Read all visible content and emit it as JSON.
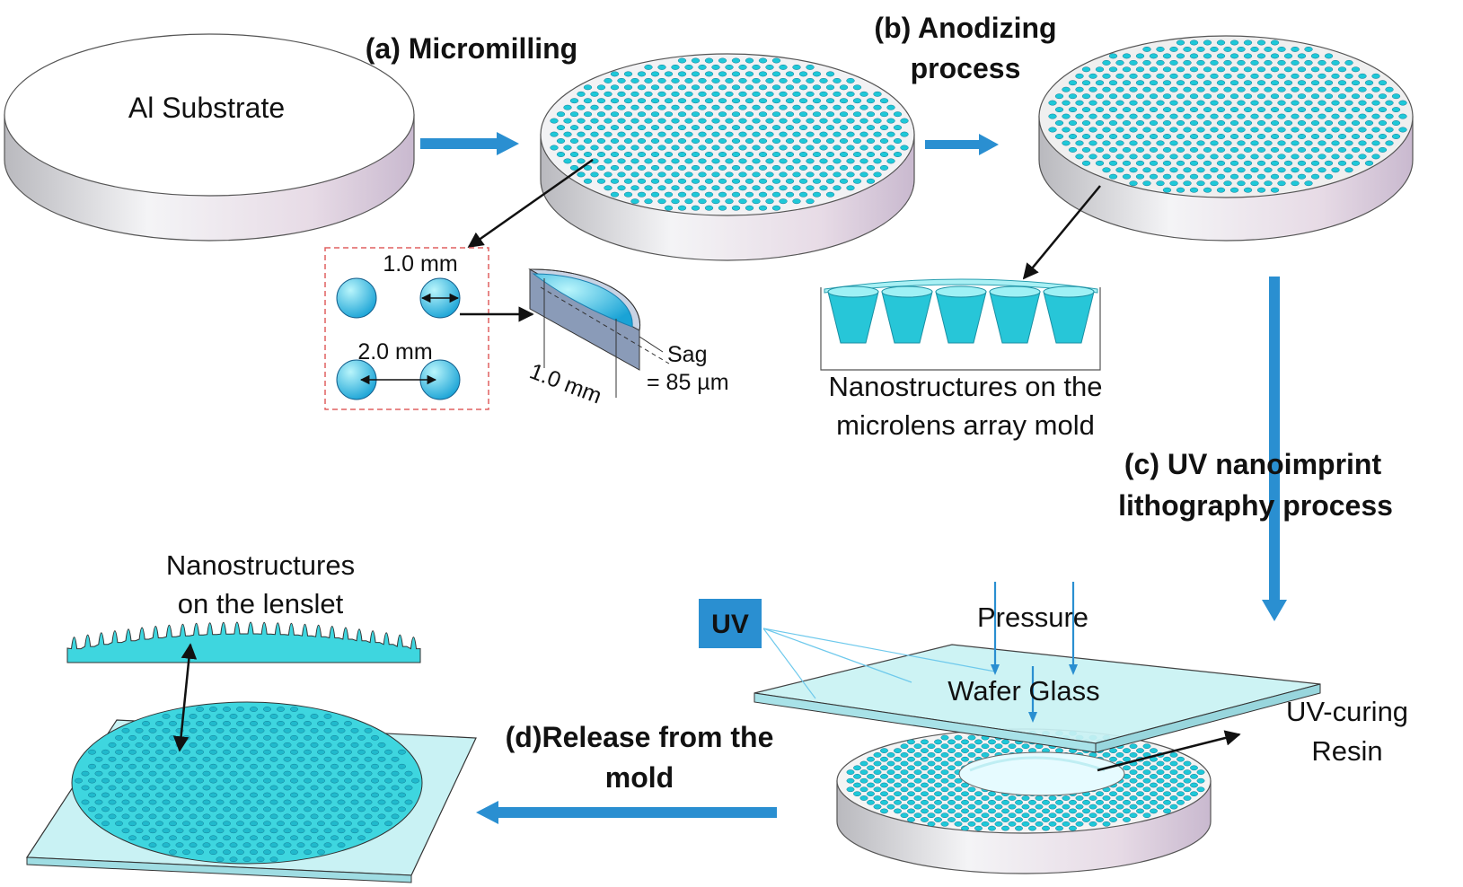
{
  "steps": {
    "a_label": "(a) Micromilling",
    "b_label_1": "(b) Anodizing",
    "b_label_2": "process",
    "c_label_1": "(c) UV nanoimprint",
    "c_label_2": "lithography process",
    "d_label_1": "(d)Release from the",
    "d_label_2": "mold"
  },
  "substrate_label": "Al Substrate",
  "lens_detail": {
    "diameter": "1.0 mm",
    "pitch": "2.0 mm",
    "cross_width": "1.0 mm",
    "sag_1": "Sag",
    "sag_2": "= 85 µm"
  },
  "mold_caption": {
    "line1": "Nanostructures on the",
    "line2": "microlens array mold"
  },
  "lenslet_caption": {
    "line1": "Nanostructures",
    "line2": "on the lenslet"
  },
  "imprint": {
    "uv": "UV",
    "pressure": "Pressure",
    "wafer": "Wafer Glass",
    "resin_1": "UV-curing",
    "resin_2": "Resin"
  },
  "colors": {
    "accent_blue": "#2a8fd1",
    "dot_cyan": "#1ec8d8",
    "glass": "#c9f2f4",
    "uv_box": "#2a8fd1"
  }
}
